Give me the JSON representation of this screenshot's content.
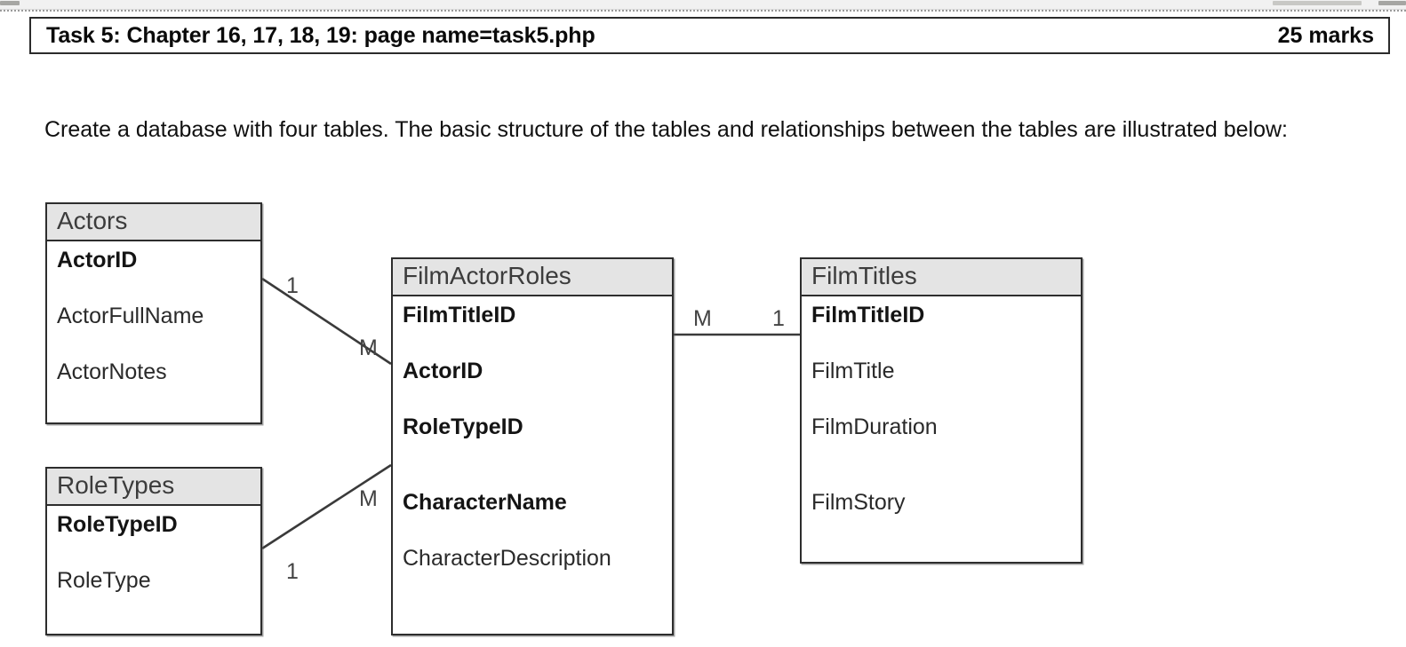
{
  "document": {
    "task_header": {
      "title": "Task 5: Chapter 16, 17, 18, 19: page name=task5.php",
      "marks": "25 marks"
    },
    "intro_paragraph": "Create a database with four tables. The basic structure of the tables and relationships between the tables are illustrated below:"
  },
  "diagram": {
    "type": "entity-relationship-diagram",
    "entities": [
      {
        "name": "Actors",
        "fields": [
          {
            "label": "ActorID",
            "bold": true
          },
          {
            "label": "ActorFullName",
            "bold": false
          },
          {
            "label": "ActorNotes",
            "bold": false
          }
        ]
      },
      {
        "name": "RoleTypes",
        "fields": [
          {
            "label": "RoleTypeID",
            "bold": true
          },
          {
            "label": "RoleType",
            "bold": false
          }
        ]
      },
      {
        "name": "FilmActorRoles",
        "fields": [
          {
            "label": "FilmTitleID",
            "bold": true
          },
          {
            "label": "ActorID",
            "bold": true
          },
          {
            "label": "RoleTypeID",
            "bold": true
          },
          {
            "label": "CharacterName",
            "bold": true
          },
          {
            "label": "CharacterDescription",
            "bold": false
          }
        ]
      },
      {
        "name": "FilmTitles",
        "fields": [
          {
            "label": "FilmTitleID",
            "bold": true
          },
          {
            "label": "FilmTitle",
            "bold": false
          },
          {
            "label": "FilmDuration",
            "bold": false
          },
          {
            "label": "FilmStory",
            "bold": false
          }
        ]
      }
    ],
    "relationships": [
      {
        "from": "Actors",
        "from_cardinality": "1",
        "to": "FilmActorRoles",
        "to_cardinality": "M"
      },
      {
        "from": "FilmActorRoles",
        "from_cardinality": "M",
        "to": "FilmTitles",
        "to_cardinality": "1"
      },
      {
        "from": "RoleTypes",
        "from_cardinality": "1",
        "to": "FilmActorRoles",
        "to_cardinality": "M"
      }
    ],
    "cardinality_labels": {
      "actors_one": "1",
      "far_many_top": "M",
      "far_many_right": "M",
      "filmtitles_one": "1",
      "far_many_bottom": "M",
      "roletypes_one": "1"
    }
  },
  "colors": {
    "entity_header_fill": "#e4e4e4",
    "entity_border": "#2d2d2d",
    "connector": "#3a3a3a",
    "text": "#2a2a2a",
    "page_background": "#ffffff"
  }
}
